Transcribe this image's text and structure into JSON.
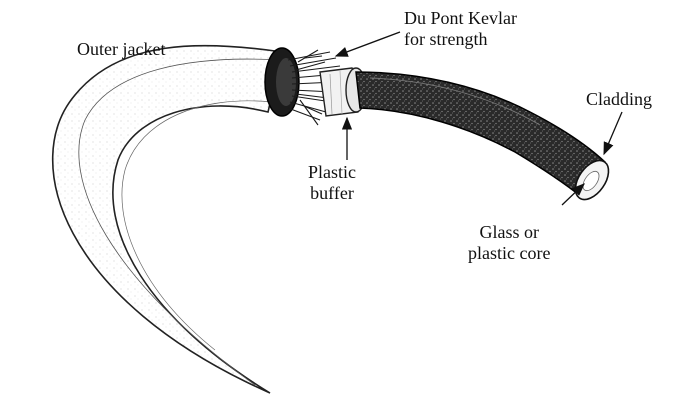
{
  "diagram": {
    "labels": {
      "outer_jacket": "Outer jacket",
      "kevlar": [
        "Du Pont Kevlar",
        "for strength"
      ],
      "buffer": [
        "Plastic",
        "buffer"
      ],
      "cladding": "Cladding",
      "core": [
        "Glass or",
        "plastic core"
      ]
    }
  }
}
